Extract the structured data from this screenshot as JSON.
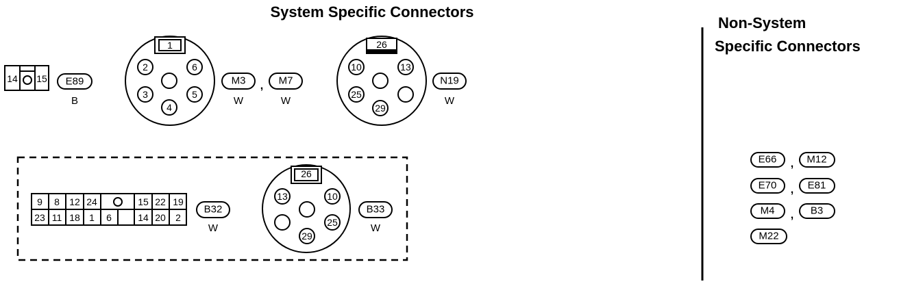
{
  "titles": {
    "system": "System Specific Connectors",
    "non_system_line1": "Non-System",
    "non_system_line2": "Specific Connectors"
  },
  "connectors": {
    "e89": {
      "pins": [
        "14",
        "15"
      ],
      "tag": "E89",
      "color": "B"
    },
    "m3_m7": {
      "pins": [
        "1",
        "2",
        "6",
        "3",
        "5",
        "4"
      ],
      "tags": [
        "M3",
        "M7"
      ],
      "separator": ",",
      "colors": [
        "W",
        "W"
      ]
    },
    "n19": {
      "pins": [
        "26",
        "10",
        "13",
        "25",
        "29"
      ],
      "tag": "N19",
      "color": "W"
    },
    "b32": {
      "top_row": [
        "9",
        "8",
        "12",
        "24",
        "15",
        "22",
        "19"
      ],
      "bottom_row": [
        "23",
        "11",
        "18",
        "1",
        "6",
        "14",
        "20",
        "2"
      ],
      "tag": "B32",
      "color": "W"
    },
    "b33": {
      "pins": [
        "26",
        "13",
        "10",
        "25",
        "29"
      ],
      "tag": "B33",
      "color": "W"
    }
  },
  "non_system": {
    "rows": [
      {
        "left": "E66",
        "separator": ",",
        "right": "M12"
      },
      {
        "left": "E70",
        "separator": ",",
        "right": "E81"
      },
      {
        "left": "M4",
        "separator": ",",
        "right": "B3"
      },
      {
        "left": "M22"
      }
    ]
  }
}
